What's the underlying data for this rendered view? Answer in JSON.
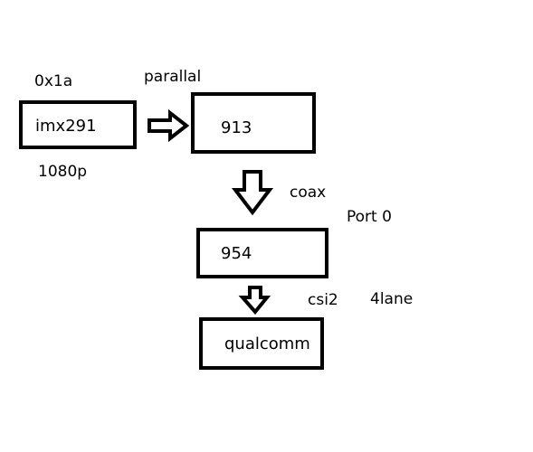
{
  "nodes": {
    "sensor": "imx291",
    "serializer": "913",
    "deserializer": "954",
    "soc": "qualcomm"
  },
  "annotations": {
    "address": "0x1a",
    "resolution": "1080p",
    "sensor_link": "parallal",
    "serial_link": "coax",
    "port": "Port 0",
    "csi_link": "csi2",
    "lanes": "4lane"
  }
}
